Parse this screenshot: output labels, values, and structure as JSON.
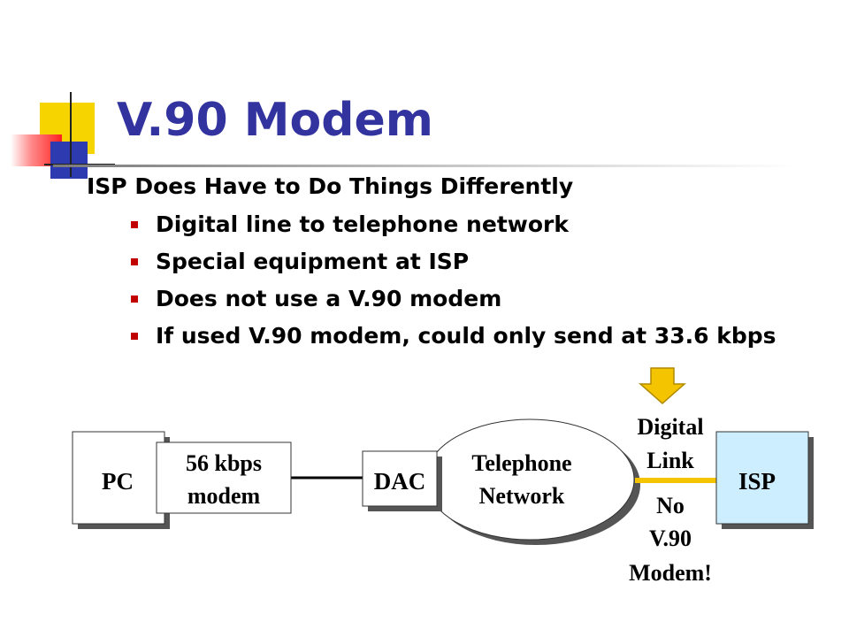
{
  "slide": {
    "title": "V.90 Modem",
    "main_bullet": "ISP Does Have to Do Things Differently",
    "sub_bullets": [
      "Digital line to telephone network",
      "Special equipment at ISP",
      "Does not use a V.90 modem",
      "If used V.90 modem, could only send at 33.6 kbps"
    ]
  },
  "diagram": {
    "pc": "PC",
    "modem_line1": "56 kbps",
    "modem_line2": "modem",
    "dac": "DAC",
    "network_line1": "Telephone",
    "network_line2": "Network",
    "digital_link_line1": "Digital",
    "digital_link_line2": "Link",
    "isp": "ISP",
    "no_modem_line1": "No",
    "no_modem_line2": "V.90",
    "no_modem_line3": "Modem!"
  },
  "colors": {
    "title": "#3333a0",
    "bullet": "#c00000",
    "isp_fill": "#cceeff",
    "digital_link": "#f5c400",
    "arrow": "#f5c400"
  }
}
